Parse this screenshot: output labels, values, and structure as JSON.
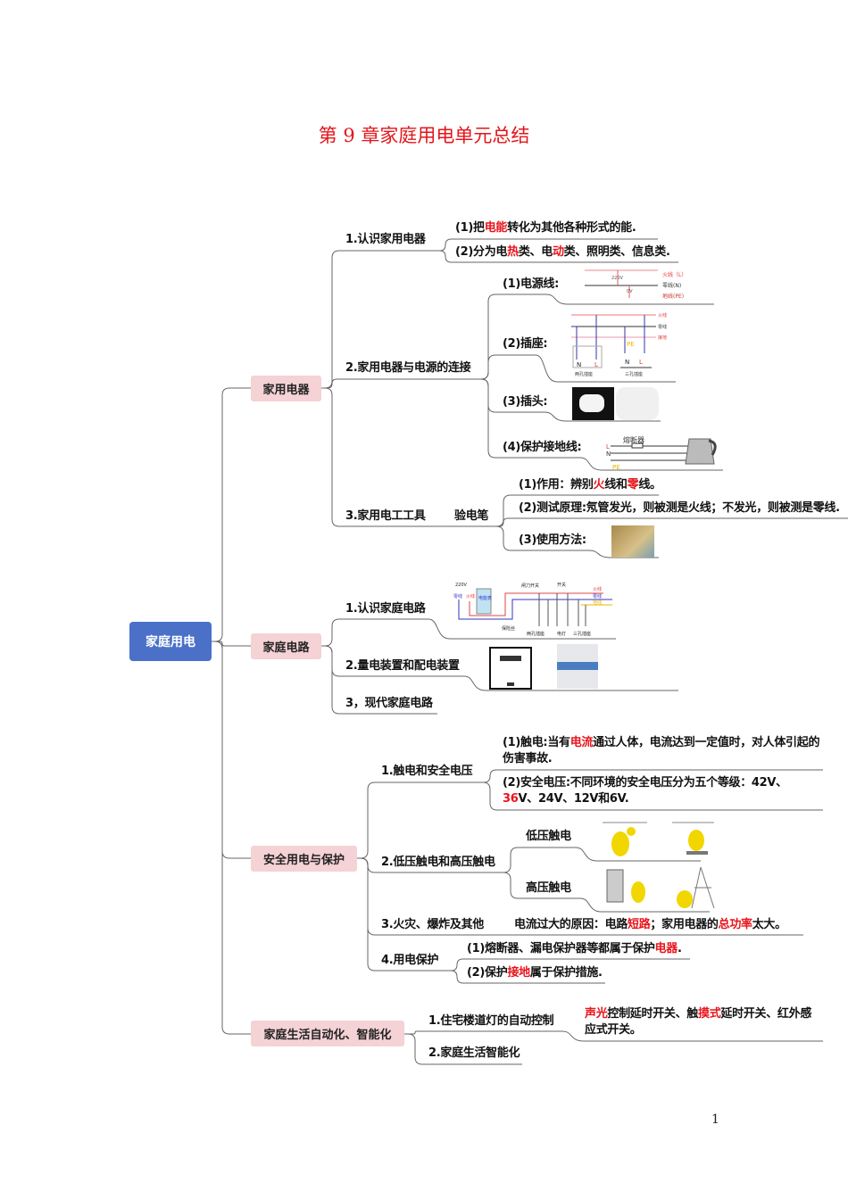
{
  "title": "第 9 章家庭用电单元总结",
  "root": "家庭用电",
  "page_number": "1",
  "accent_color": "#e8141b",
  "root_color": "#4a70c8",
  "box_color": "#f4d2d5",
  "branches": {
    "appliances": {
      "label": "家用电器",
      "n1": {
        "label": "1.认识家用电器",
        "c1": [
          {
            "t": "(1)把"
          },
          {
            "t": "电能",
            "red": true
          },
          {
            "t": "转化为其他各种形式的能."
          }
        ],
        "c2": [
          {
            "t": "(2)分为电"
          },
          {
            "t": "热",
            "red": true
          },
          {
            "t": "类、电"
          },
          {
            "t": "动",
            "red": true
          },
          {
            "t": "类、照明类、信息类."
          }
        ]
      },
      "n2": {
        "label": "2.家用电器与电源的连接",
        "c1": "(1)电源线:",
        "c2": "(2)插座:",
        "c3": "(3)插头:",
        "c4": "(4)保护接地线:",
        "wire_labels": [
          "火线（L）",
          "零线(N)",
          "地线(PE)",
          "220V",
          "0V"
        ],
        "socket_labels": [
          "火线",
          "零线",
          "接地",
          "PE",
          "N",
          "L",
          "N",
          "L",
          "两孔插座",
          "三孔插座"
        ],
        "ground_labels": [
          "熔断器",
          "L",
          "N",
          "PE"
        ]
      },
      "n3": {
        "label": "3.家用电工工具",
        "tool": "验电笔",
        "c1": [
          {
            "t": "(1)作用：辨别"
          },
          {
            "t": "火",
            "red": true
          },
          {
            "t": "线和"
          },
          {
            "t": "零",
            "red": true
          },
          {
            "t": "线。"
          }
        ],
        "c2": [
          {
            "t": "(2)测试原理:氖管发光，则被测是火线；不发光，则被测是零线."
          }
        ],
        "c3": "(3)使用方法:"
      }
    },
    "circuit": {
      "label": "家庭电路",
      "n1": "1.认识家庭电路",
      "circuit_labels": [
        "220V",
        "零线",
        "火线",
        "电能表",
        "闸刀开关",
        "开关",
        "火线",
        "零线",
        "地线",
        "保险丝",
        "两孔插座",
        "电灯",
        "三孔插座"
      ],
      "n2": "2.量电装置和配电装置",
      "n3": "3，现代家庭电路"
    },
    "safety": {
      "label": "安全用电与保护",
      "n1": {
        "label": "1.触电和安全电压",
        "c1": [
          {
            "t": "(1)触电:当有"
          },
          {
            "t": "电流",
            "red": true
          },
          {
            "t": "通过人体，电流达到一定值时，对人体引起的伤害事故."
          }
        ],
        "c2": [
          {
            "t": "(2)安全电压:不同环境的安全电压分为五个等级：42V、"
          },
          {
            "t": "36",
            "red": true
          },
          {
            "t": "V、24V、12V和6V."
          }
        ]
      },
      "n2": {
        "label": "2.低压触电和高压触电",
        "c1": "低压触电",
        "c2": "高压触电"
      },
      "n3": {
        "label": "3.火灾、爆炸及其他",
        "c1": [
          {
            "t": "电流过大的原因：电路"
          },
          {
            "t": "短路",
            "red": true
          },
          {
            "t": "；家用电器的"
          },
          {
            "t": "总功率",
            "red": true
          },
          {
            "t": "太大。"
          }
        ]
      },
      "n4": {
        "label": "4.用电保护",
        "c1": [
          {
            "t": "(1)熔断器、漏电保护器等都属于保护"
          },
          {
            "t": "电器",
            "red": true
          },
          {
            "t": "."
          }
        ],
        "c2": [
          {
            "t": "(2)保护"
          },
          {
            "t": "接地",
            "red": true
          },
          {
            "t": "属于保护措施."
          }
        ]
      }
    },
    "smart": {
      "label": "家庭生活自动化、智能化",
      "n1": {
        "label": "1.住宅楼道灯的自动控制",
        "c1": [
          {
            "t": "声光",
            "red": true
          },
          {
            "t": "控制延时开关、触"
          },
          {
            "t": "摸式",
            "red": true
          },
          {
            "t": "延时开关、红外感应式开关。"
          }
        ]
      },
      "n2": "2.家庭生活智能化"
    }
  }
}
